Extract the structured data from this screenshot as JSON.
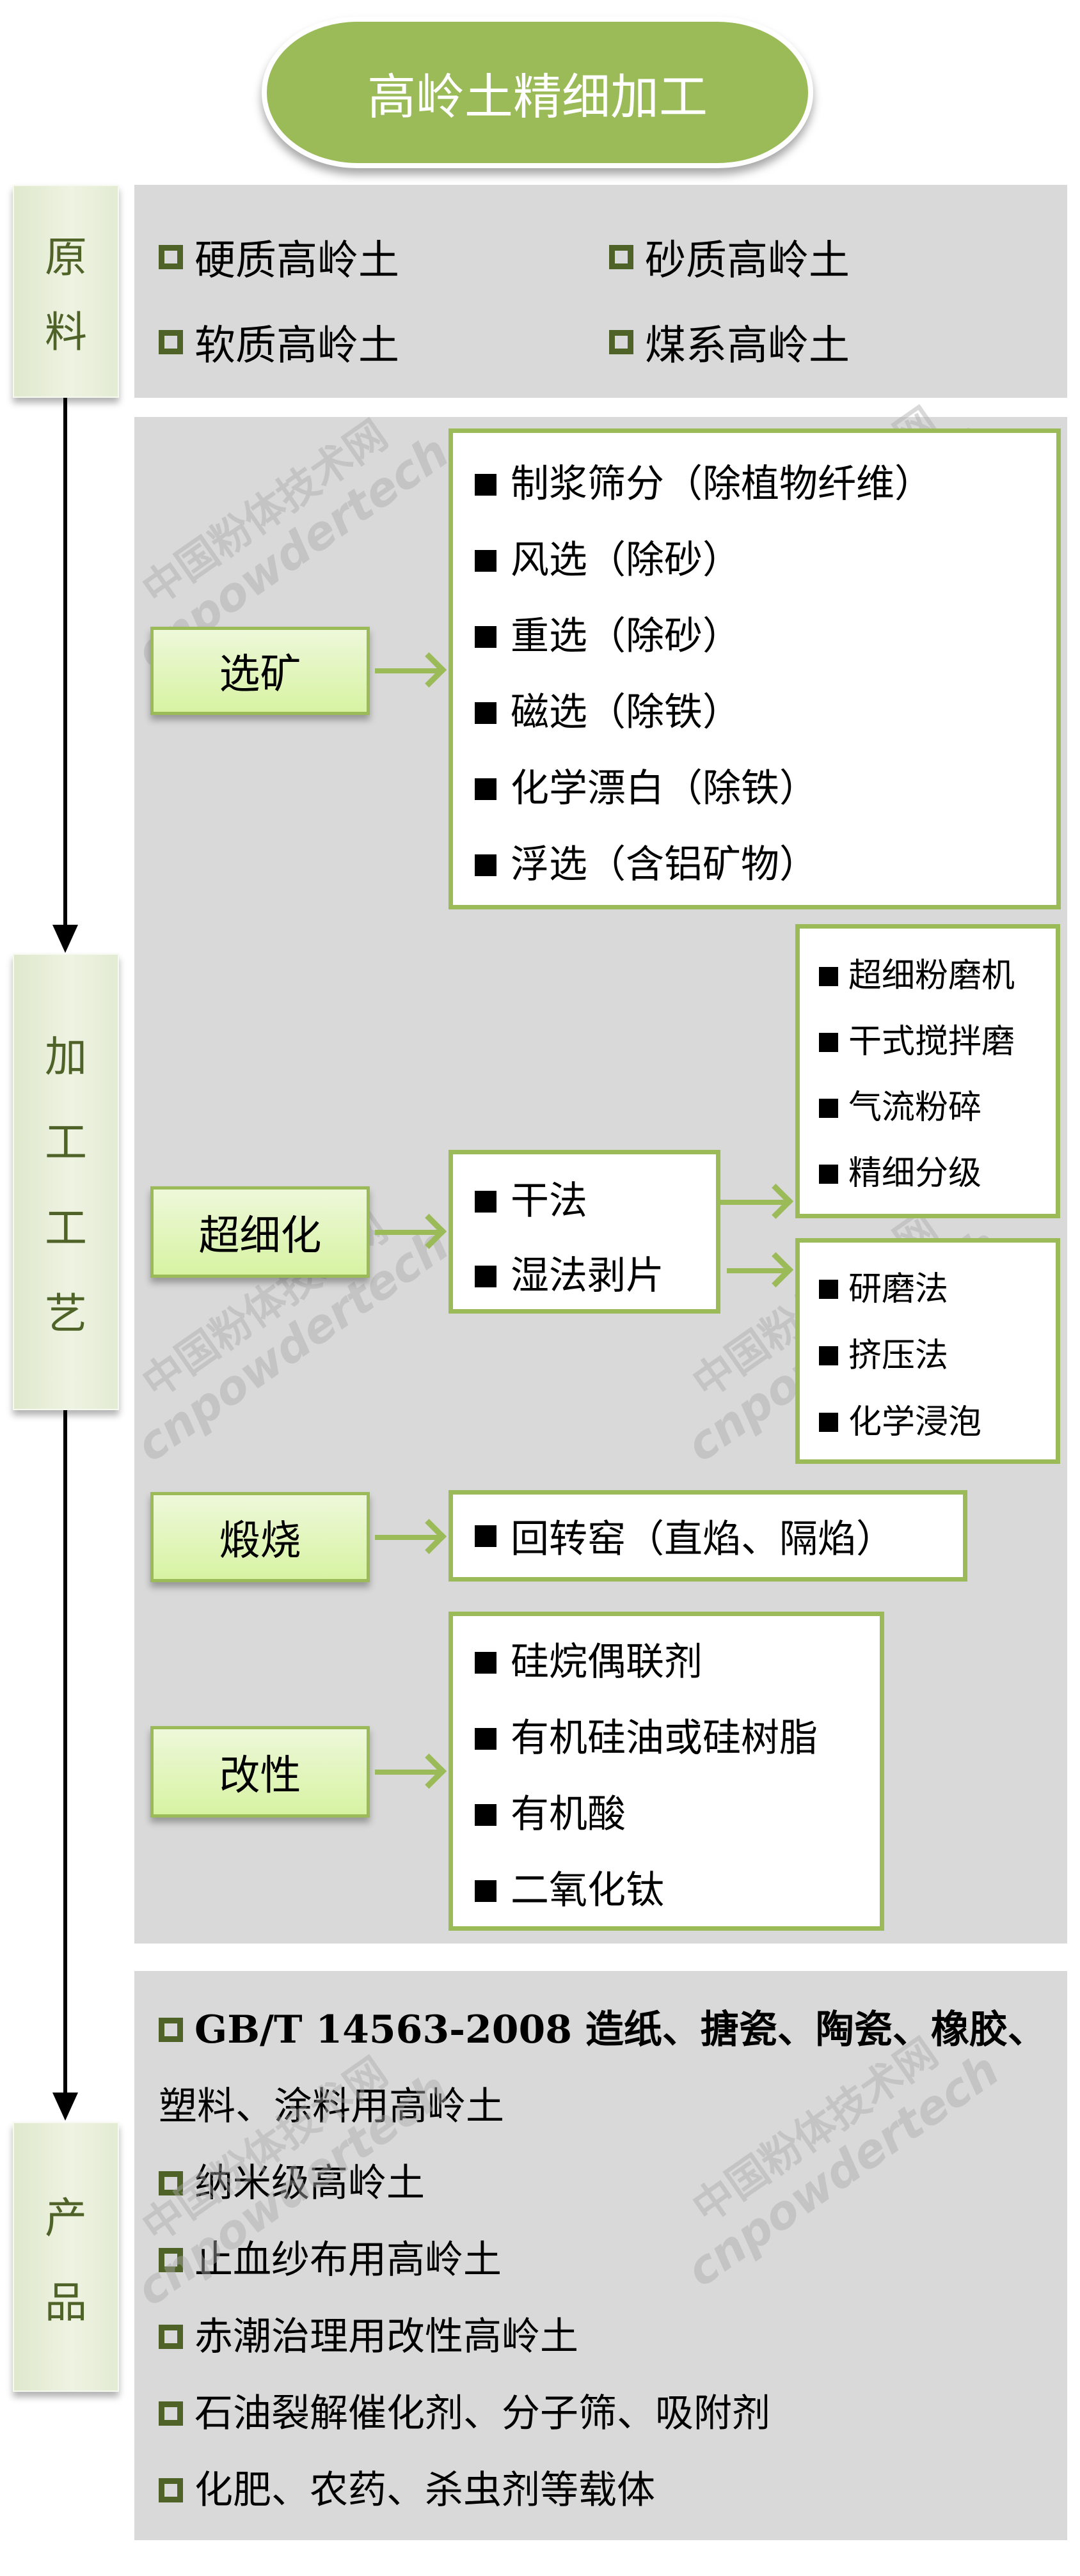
{
  "title": "高岭土精细加工",
  "sections": {
    "raw": [
      "原",
      "料"
    ],
    "process": [
      "加",
      "工",
      "工",
      "艺"
    ],
    "product": [
      "产",
      "品"
    ]
  },
  "raw_materials": [
    "硬质高岭土",
    "砂质高岭土",
    "软质高岭土",
    "煤系高岭土"
  ],
  "stages": {
    "beneficiation": {
      "label": "选矿",
      "items": [
        "制浆筛分（除植物纤维）",
        "风选（除砂）",
        "重选（除砂）",
        "磁选（除铁）",
        "化学漂白（除铁）",
        "浮选（含铝矿物）"
      ]
    },
    "ultrafine": {
      "label": "超细化",
      "methods": [
        "干法",
        "湿法剥片"
      ],
      "dry_items": [
        "超细粉磨机",
        "干式搅拌磨",
        "气流粉碎",
        "精细分级"
      ],
      "wet_items": [
        "研磨法",
        "挤压法",
        "化学浸泡"
      ]
    },
    "calcination": {
      "label": "煅烧",
      "items": [
        "回转窑（直焰、隔焰）"
      ]
    },
    "modification": {
      "label": "改性",
      "items": [
        "硅烷偶联剂",
        "有机硅油或硅树脂",
        "有机酸",
        "二氧化钛"
      ]
    }
  },
  "products": {
    "first_line1": "GB/T 14563-2008 造纸、搪瓷、陶瓷、橡胶、",
    "first_line2": "塑料、涂料用高岭土",
    "items": [
      "纳米级高岭土",
      "止血纱布用高岭土",
      "赤潮治理用改性高岭土",
      "石油裂解催化剂、分子筛、吸附剂",
      "化肥、农药、杀虫剂等载体"
    ]
  },
  "watermark": {
    "cn": "中国粉体技术网",
    "en": "cnpowdertech"
  },
  "colors": {
    "accent": "#9BBB59",
    "dark_olive": "#4F6228",
    "panel": "#D9D9D9"
  }
}
